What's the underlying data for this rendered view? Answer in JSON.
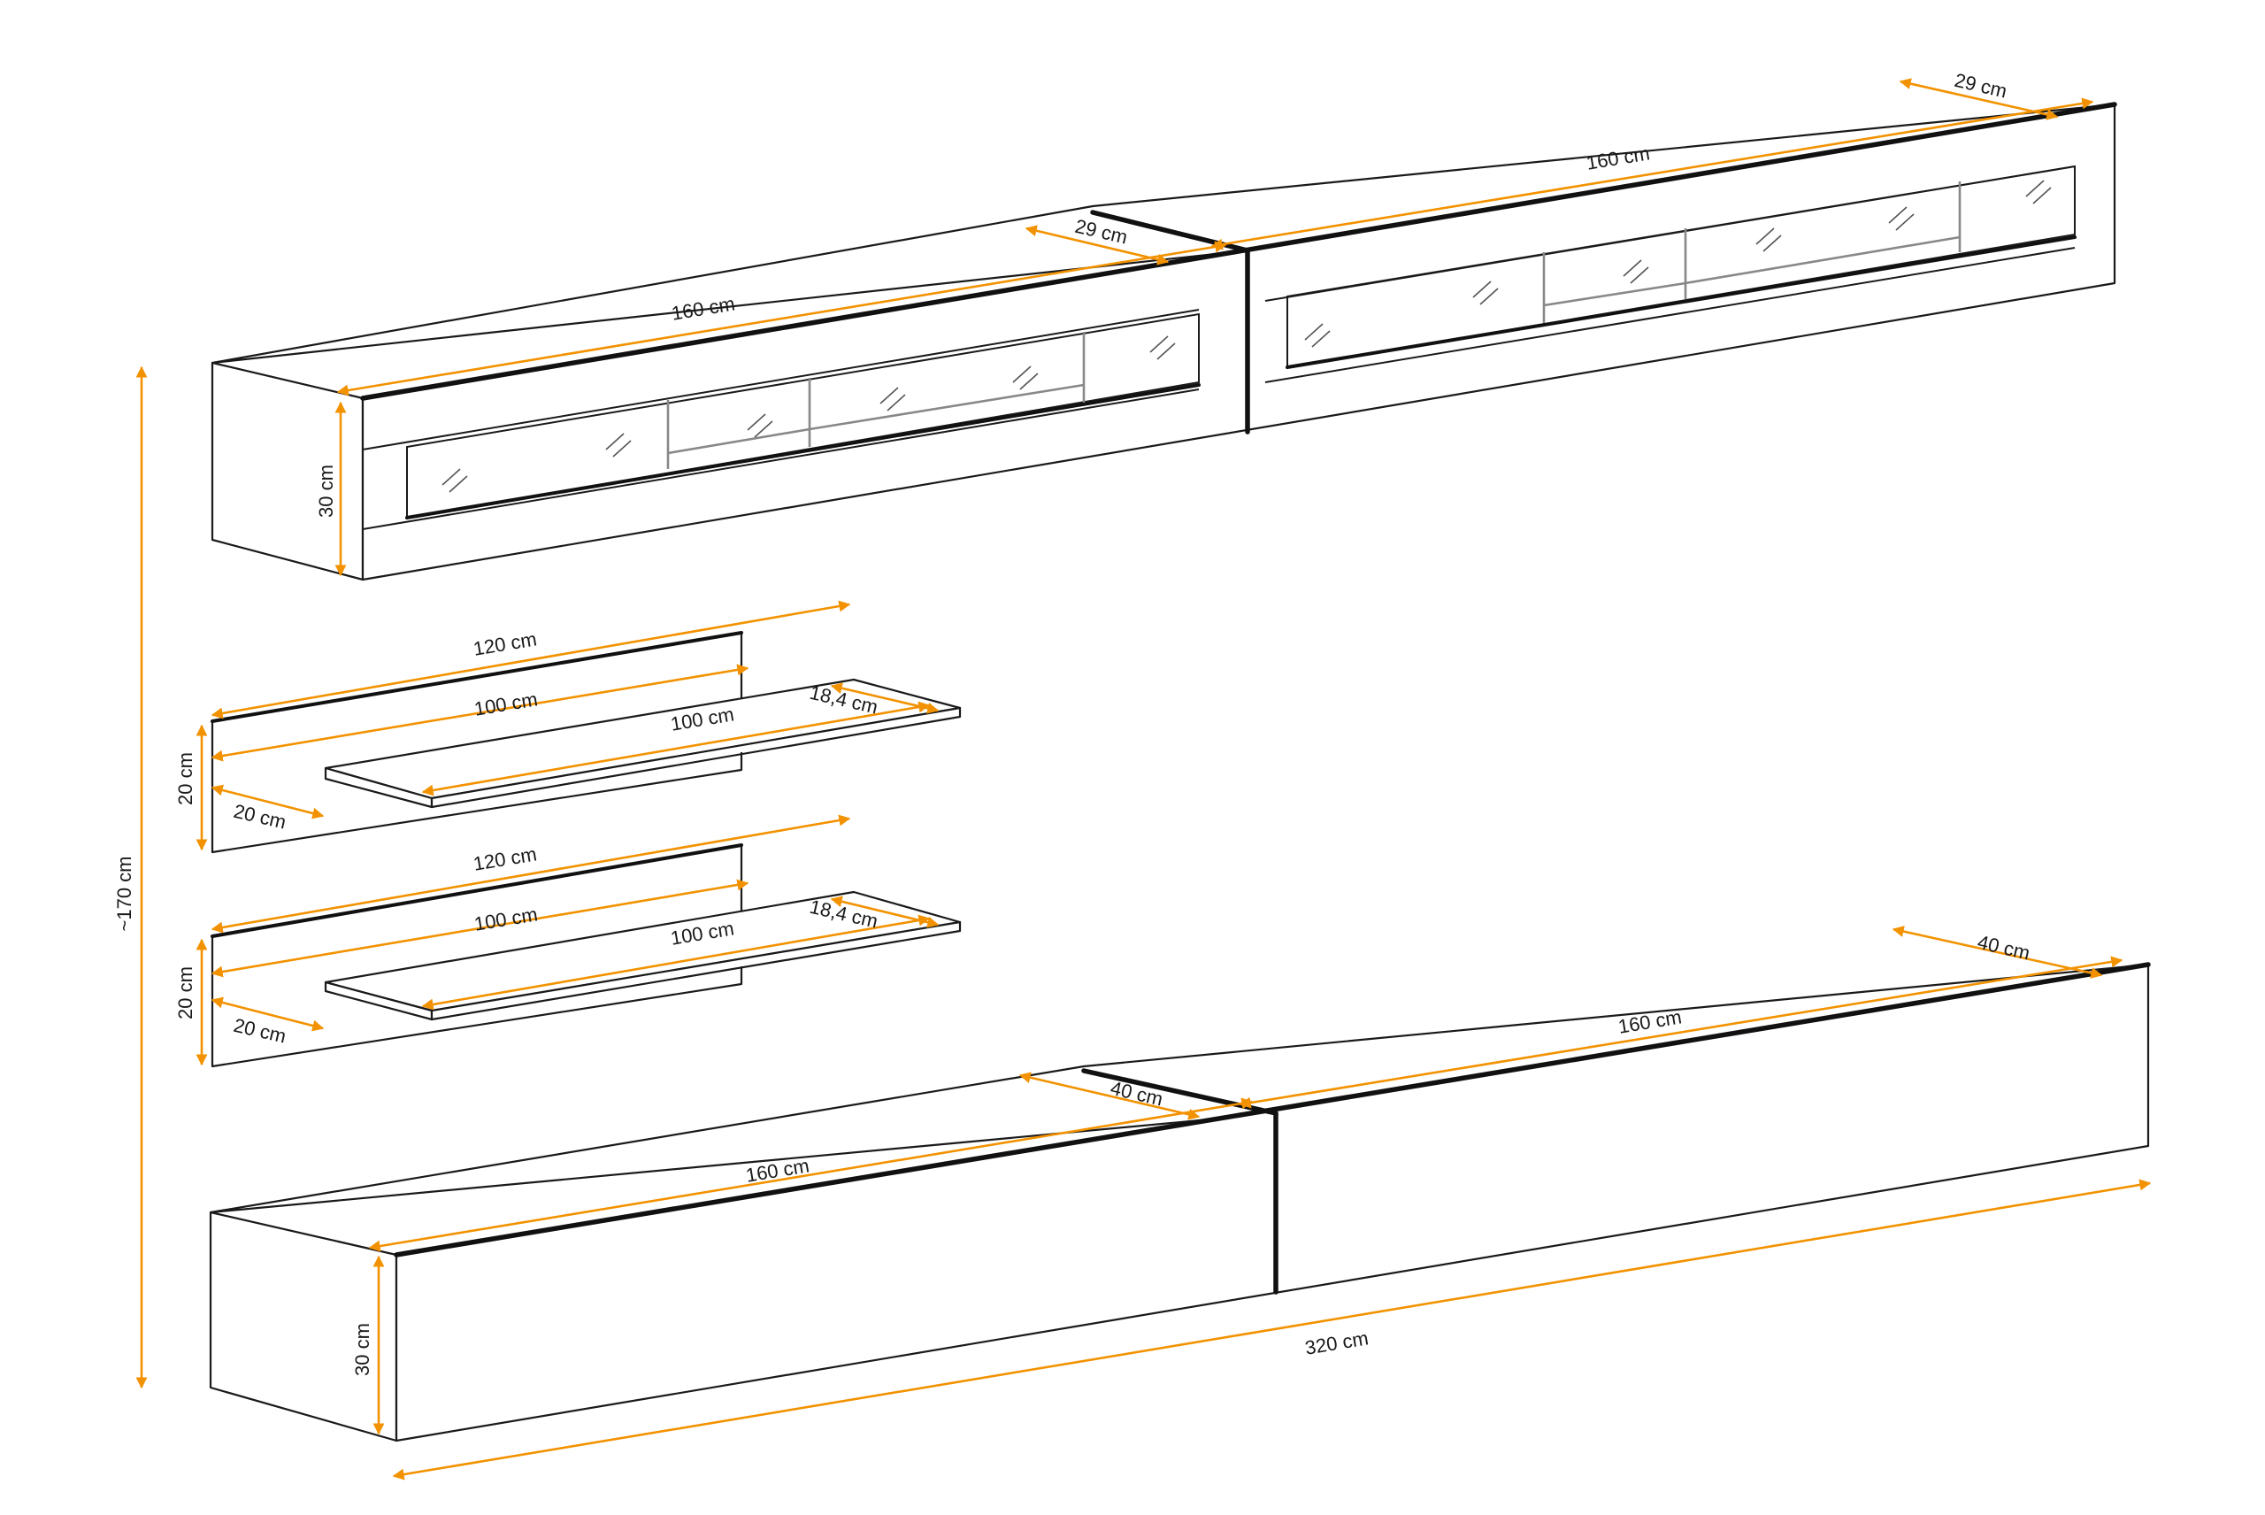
{
  "colors": {
    "dimension": "#f39200",
    "outline": "#1a1a1a",
    "background": "#ffffff"
  },
  "labels": {
    "top_left_width": "160 cm",
    "top_left_depth": "29 cm",
    "top_right_width": "160 cm",
    "top_right_depth": "29 cm",
    "top_height": "30 cm",
    "shelf1_back_width": "120 cm",
    "shelf1_front_width": "100 cm",
    "shelf1_top_width": "100 cm",
    "shelf1_depth": "18,4 cm",
    "shelf1_height": "20 cm",
    "shelf1_side_depth": "20 cm",
    "shelf2_back_width": "120 cm",
    "shelf2_front_width": "100 cm",
    "shelf2_top_width": "100 cm",
    "shelf2_depth": "18,4 cm",
    "shelf2_height": "20 cm",
    "shelf2_side_depth": "20 cm",
    "bottom_left_width": "160 cm",
    "bottom_left_depth": "40 cm",
    "bottom_right_width": "160 cm",
    "bottom_right_depth": "40 cm",
    "bottom_height": "30 cm",
    "bottom_total_width": "320 cm",
    "total_height": "~170 cm"
  }
}
